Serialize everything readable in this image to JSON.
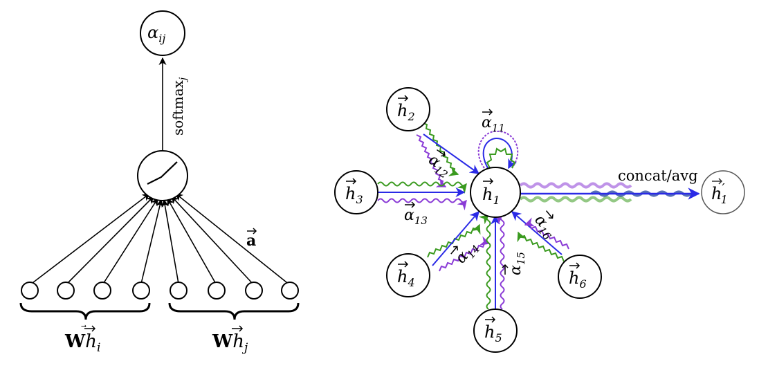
{
  "left_panel": {
    "output_node": {
      "symbol": "α",
      "subscript": "ij"
    },
    "softmax_label": {
      "text": "softmax",
      "subscript": "j"
    },
    "attention_vector_label": "a",
    "input_group_i": {
      "prefix": "W",
      "symbol": "h",
      "subscript": "i"
    },
    "input_group_j": {
      "prefix": "W",
      "symbol": "h",
      "subscript": "j"
    }
  },
  "right_panel": {
    "center_node": {
      "symbol": "h",
      "subscript": "1"
    },
    "neighbors": [
      {
        "id": "h2",
        "symbol": "h",
        "subscript": "2"
      },
      {
        "id": "h3",
        "symbol": "h",
        "subscript": "3"
      },
      {
        "id": "h4",
        "symbol": "h",
        "subscript": "4"
      },
      {
        "id": "h5",
        "symbol": "h",
        "subscript": "5"
      },
      {
        "id": "h6",
        "symbol": "h",
        "subscript": "6"
      }
    ],
    "output_node": {
      "symbol": "h",
      "prime": "′",
      "subscript": "1"
    },
    "output_label": "concat/avg",
    "attention_labels": [
      {
        "id": "a11",
        "symbol": "α",
        "subscript": "11"
      },
      {
        "id": "a12",
        "symbol": "α",
        "subscript": "12"
      },
      {
        "id": "a13",
        "symbol": "α",
        "subscript": "13"
      },
      {
        "id": "a14",
        "symbol": "α",
        "subscript": "14"
      },
      {
        "id": "a15",
        "symbol": "α",
        "subscript": "15"
      },
      {
        "id": "a16",
        "symbol": "α",
        "subscript": "16"
      }
    ],
    "head_colors": {
      "blue": "#2a2ae6",
      "green": "#3a9a1f",
      "purple": "#8a3bd6"
    },
    "head_count": 3
  }
}
